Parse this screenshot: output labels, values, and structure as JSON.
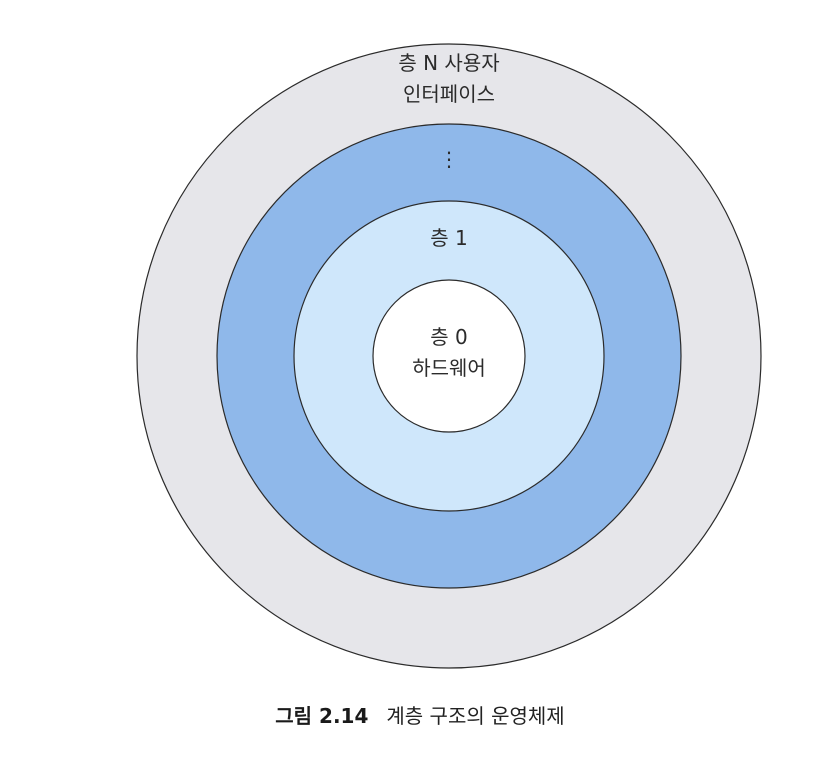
{
  "layers": [
    {
      "id": "layer-n",
      "lines": [
        "층 N 사용자",
        "인터페이스"
      ],
      "fill": "#e6e6ea"
    },
    {
      "id": "layer-middle",
      "lines": [],
      "fill": "#8fb8ea"
    },
    {
      "id": "layer-1",
      "lines": [
        "층 1"
      ],
      "fill": "#cfe7fb"
    },
    {
      "id": "layer-0",
      "lines": [
        "층 0",
        "하드웨어"
      ],
      "fill": "#ffffff"
    }
  ],
  "ellipsis": "⋮",
  "caption": {
    "label": "그림 2.14",
    "text": "계층 구조의 운영체제"
  }
}
